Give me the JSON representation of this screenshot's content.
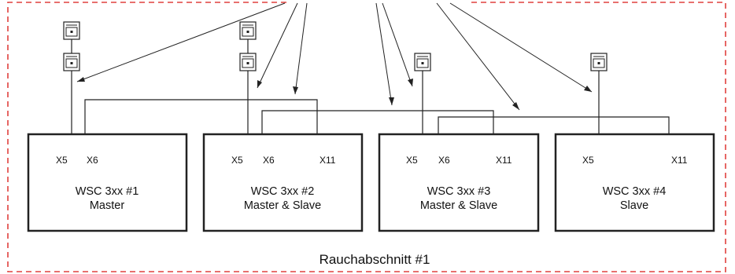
{
  "zone": {
    "label": "Rauchabschnitt #1",
    "border_color": "#e0403e"
  },
  "controllers": [
    {
      "name": "WSC 3xx #1",
      "role": "Master",
      "ports": [
        "X5",
        "X6"
      ]
    },
    {
      "name": "WSC 3xx #2",
      "role": "Master & Slave",
      "ports": [
        "X5",
        "X6",
        "X11"
      ]
    },
    {
      "name": "WSC 3xx #3",
      "role": "Master & Slave",
      "ports": [
        "X5",
        "X6",
        "X11"
      ]
    },
    {
      "name": "WSC 3xx #4",
      "role": "Slave",
      "ports": [
        "X5",
        "X11"
      ]
    }
  ],
  "detector_icon": "smoke-detector-icon"
}
